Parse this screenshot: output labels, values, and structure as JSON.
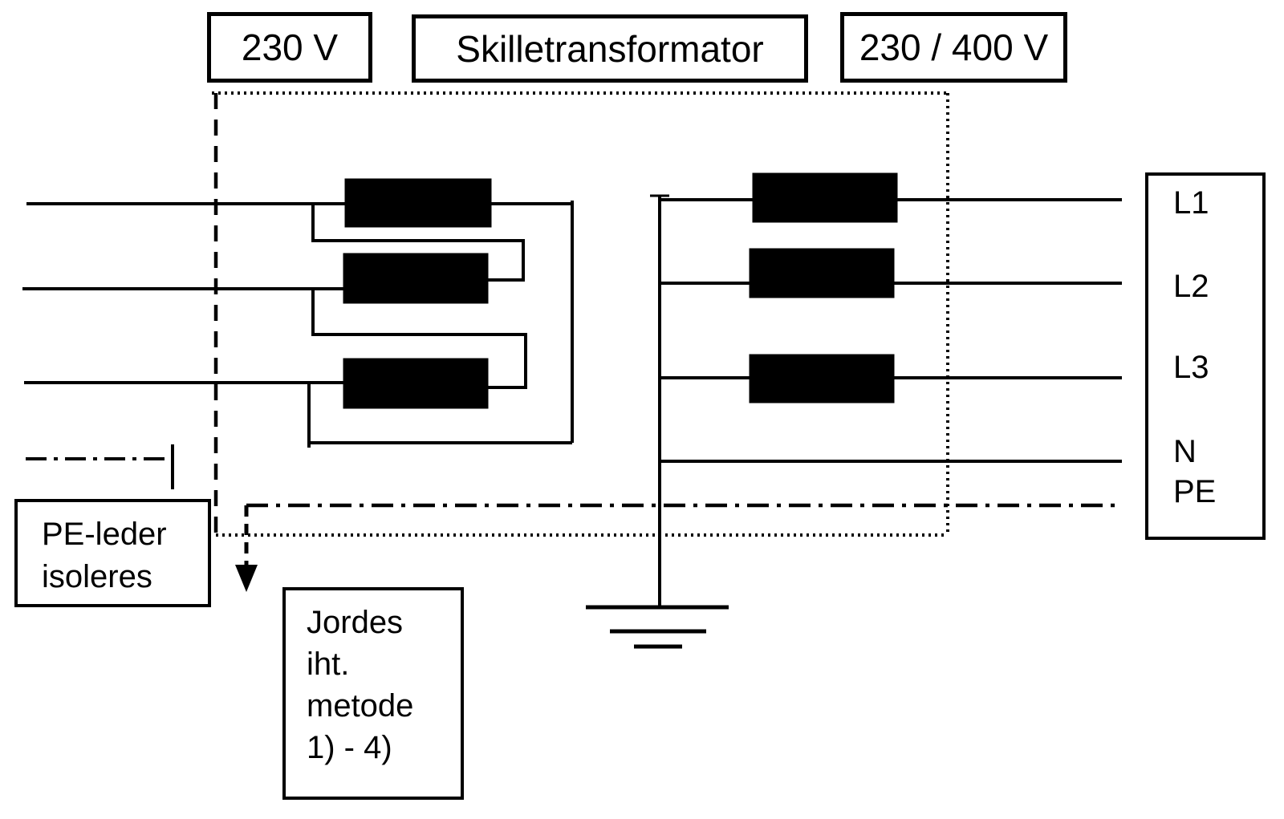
{
  "diagram": {
    "title_boxes": {
      "primary_voltage": "230 V",
      "transformer_name": "Skilletransformator",
      "secondary_voltage": "230 / 400 V"
    },
    "terminal_labels": [
      "L1",
      "L2",
      "L3",
      "N",
      "PE"
    ],
    "pe_note": {
      "line1": "PE-leder",
      "line2": "isoleres"
    },
    "grounding_note": {
      "line1": "Jordes",
      "line2": "iht.",
      "line3": "metode",
      "line4": "1) - 4)"
    },
    "colors": {
      "line": "#000000",
      "background": "#ffffff"
    }
  }
}
